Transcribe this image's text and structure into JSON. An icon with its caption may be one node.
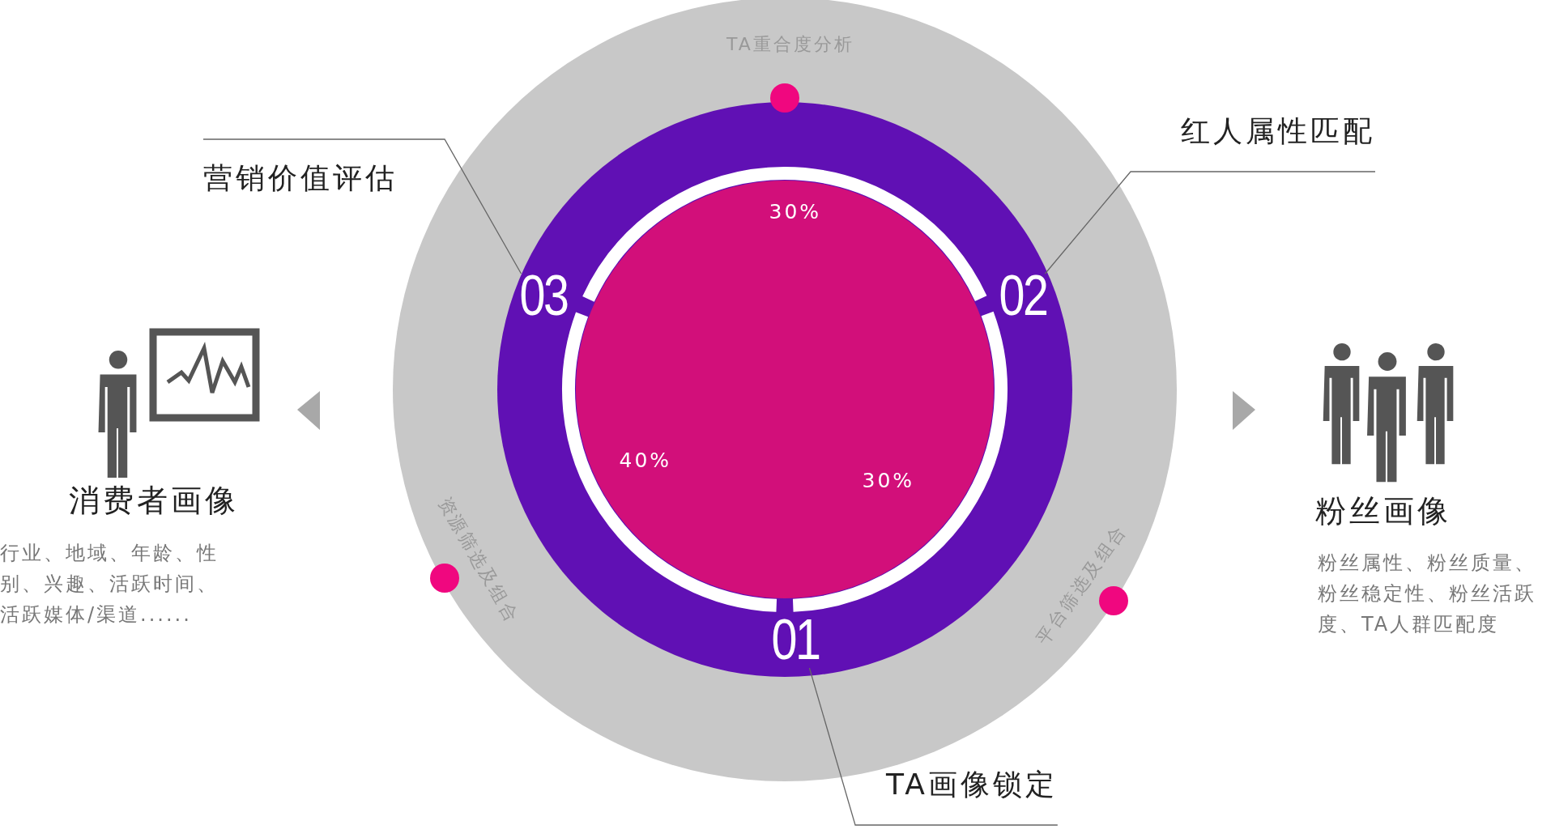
{
  "diagram": {
    "nodes": [
      {
        "text": [],
        "shape": "circle"
      },
      {
        "text": [],
        "shape": "circle",
        "in": 0
      },
      {
        "text": [],
        "shape": "circle",
        "in": 1
      },
      {
        "text": [
          "03"
        ],
        "in": 1
      },
      {
        "text": [
          "02"
        ],
        "in": 1
      },
      {
        "text": [
          "01"
        ],
        "in": 1
      },
      {
        "text": [
          "营销价值评估"
        ]
      },
      {
        "text": [
          "红人属性匹配"
        ]
      },
      {
        "text": [
          "TA画像锁定"
        ]
      }
    ],
    "edges": [
      {
        "from": 6,
        "to": 3,
        "arrow": "none"
      },
      {
        "from": 7,
        "to": 4,
        "arrow": "none"
      },
      {
        "from": 8,
        "to": 5,
        "arrow": "none"
      }
    ],
    "labels": [
      "TA重合度分析",
      "资源筛选及组合",
      "平台筛选及组合",
      "30%",
      "40%",
      "30%",
      "消费者画像",
      "行业、地域、年龄、性别、兴趣、活跃时间、活跃媒体/渠道......",
      "粉丝画像",
      "粉丝属性、粉丝质量、粉丝稳定性、粉丝活跃度、TA人群匹配度"
    ]
  }
}
